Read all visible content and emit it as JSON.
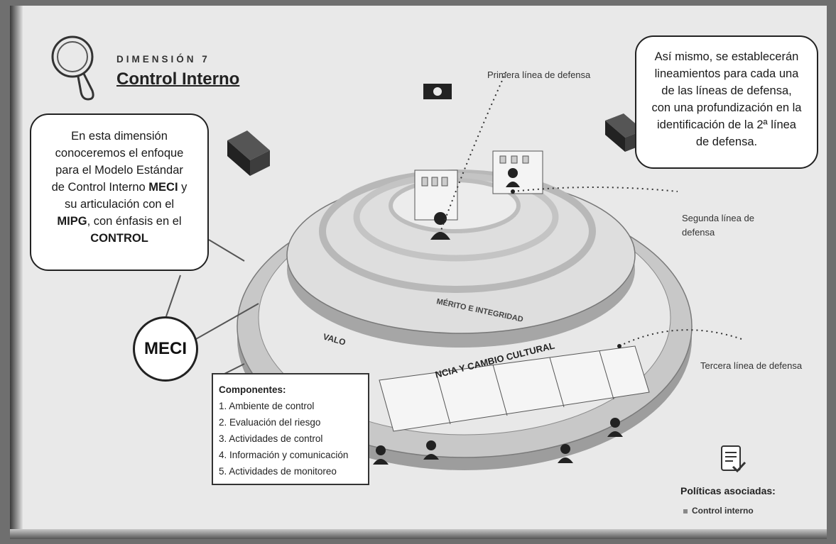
{
  "dimension_label": "DIMENSIÓN 7",
  "dimension_title": "Control Interno",
  "left_bubble": {
    "line1": "En esta dimensión",
    "line2": "conoceremos el enfoque",
    "line3": "para el Modelo Estándar",
    "line4_prefix": "de Control Interno ",
    "line4_bold": "MECI",
    "line4_suffix": " y",
    "line5": "su articulación con el",
    "line6_bold": "MIPG",
    "line6_suffix": ", con énfasis en el",
    "line7": "CONTROL"
  },
  "right_bubble": {
    "line1": "Así mismo, se establecerán",
    "line2": "lineamientos para cada una",
    "line3": "de las líneas de defensa,",
    "line4": "con una profundización en la",
    "line5": "identificación de la 2ª línea",
    "line6": "de defensa."
  },
  "labels": {
    "primera": "Primera línea de defensa",
    "segunda_1": "Segunda línea de",
    "segunda_2": "defensa",
    "tercera": "Tercera línea de defensa",
    "meci": "MECI",
    "ring_inner": "MÉRITO E INTEGRIDAD",
    "ring_outer_1": "VALO",
    "ring_outer_2": "NCIA Y CAMBIO CULTURAL"
  },
  "components": {
    "title": "Componentes:",
    "items": [
      "1. Ambiente de control",
      "2. Evaluación del riesgo",
      "3. Actividades de control",
      "4. Información y comunicación",
      "5. Actividades de monitoreo"
    ]
  },
  "politicas": {
    "title": "Políticas asociadas:",
    "item": "Control interno"
  }
}
